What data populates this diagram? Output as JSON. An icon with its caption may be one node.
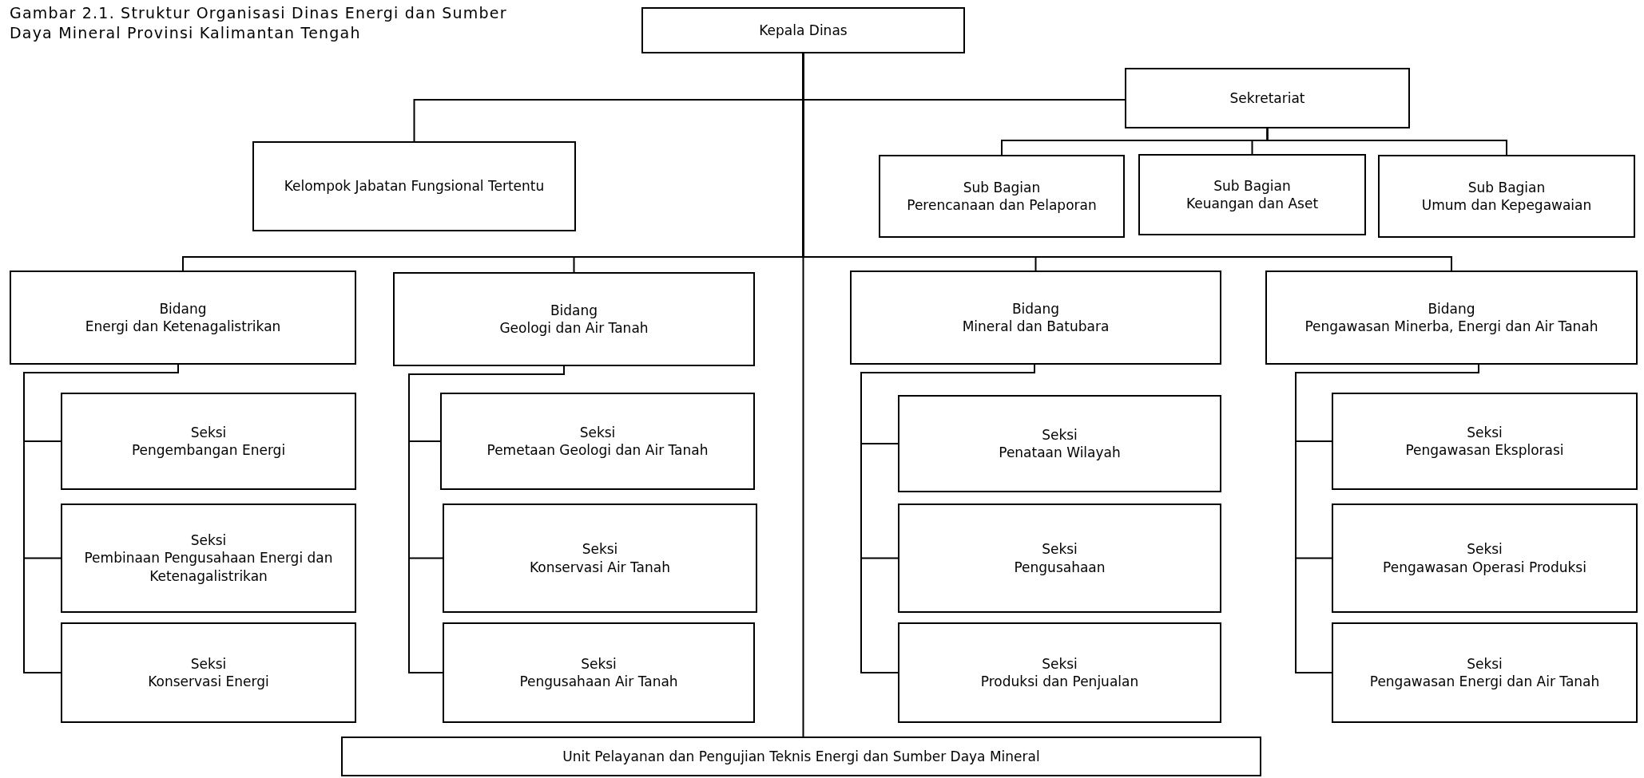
{
  "diagram": {
    "title": "Gambar 2.1. Struktur Organisasi Dinas Energi dan Sumber Daya Mineral Provinsi Kalimantan Tengah",
    "nodes": [
      {
        "text": [
          "Kepala Dinas"
        ]
      },
      {
        "text": [
          "Sekretariat"
        ]
      },
      {
        "text": [
          "Kelompok Jabatan Fungsional Tertentu"
        ]
      },
      {
        "text": [
          "Sub Bagian",
          "Perencanaan dan Pelaporan"
        ]
      },
      {
        "text": [
          "Sub Bagian",
          "Keuangan dan Aset"
        ]
      },
      {
        "text": [
          "Sub Bagian",
          "Umum dan Kepegawaian"
        ]
      },
      {
        "text": [
          "Bidang",
          "Energi dan Ketenagalistrikan"
        ]
      },
      {
        "text": [
          "Seksi",
          "Pengembangan Energi"
        ]
      },
      {
        "text": [
          "Seksi",
          "Pembinaan Pengusahaan Energi dan Ketenagalistrikan"
        ]
      },
      {
        "text": [
          "Seksi",
          "Konservasi Energi"
        ]
      },
      {
        "text": [
          "Bidang",
          "Geologi dan Air Tanah"
        ]
      },
      {
        "text": [
          "Seksi",
          "Pemetaan Geologi dan Air Tanah"
        ]
      },
      {
        "text": [
          "Seksi",
          "Konservasi Air Tanah"
        ]
      },
      {
        "text": [
          "Seksi",
          "Pengusahaan Air Tanah"
        ]
      },
      {
        "text": [
          "Bidang",
          "Mineral dan Batubara"
        ]
      },
      {
        "text": [
          "Seksi",
          "Penataan Wilayah"
        ]
      },
      {
        "text": [
          "Seksi",
          "Pengusahaan"
        ]
      },
      {
        "text": [
          "Seksi",
          "Produksi dan Penjualan"
        ]
      },
      {
        "text": [
          "Bidang",
          "Pengawasan Minerba, Energi dan Air Tanah"
        ]
      },
      {
        "text": [
          "Seksi",
          "Pengawasan Eksplorasi"
        ]
      },
      {
        "text": [
          "Seksi",
          "Pengawasan Operasi Produksi"
        ]
      },
      {
        "text": [
          "Seksi",
          "Pengawasan Energi dan Air Tanah"
        ]
      },
      {
        "text": [
          "Unit Pelayanan dan Pengujian Teknis Energi dan Sumber Daya Mineral"
        ]
      }
    ],
    "edges": [
      {
        "from": 0,
        "to": 1,
        "arrow": "none"
      },
      {
        "from": 0,
        "to": 2,
        "arrow": "none"
      },
      {
        "from": 1,
        "to": 3,
        "arrow": "none"
      },
      {
        "from": 1,
        "to": 4,
        "arrow": "none"
      },
      {
        "from": 1,
        "to": 5,
        "arrow": "none"
      },
      {
        "from": 0,
        "to": 6,
        "arrow": "none"
      },
      {
        "from": 6,
        "to": 7,
        "arrow": "none"
      },
      {
        "from": 6,
        "to": 8,
        "arrow": "none"
      },
      {
        "from": 6,
        "to": 9,
        "arrow": "none"
      },
      {
        "from": 0,
        "to": 10,
        "arrow": "none"
      },
      {
        "from": 10,
        "to": 11,
        "arrow": "none"
      },
      {
        "from": 10,
        "to": 12,
        "arrow": "none"
      },
      {
        "from": 10,
        "to": 13,
        "arrow": "none"
      },
      {
        "from": 0,
        "to": 14,
        "arrow": "none"
      },
      {
        "from": 14,
        "to": 15,
        "arrow": "none"
      },
      {
        "from": 14,
        "to": 16,
        "arrow": "none"
      },
      {
        "from": 14,
        "to": 17,
        "arrow": "none"
      },
      {
        "from": 0,
        "to": 18,
        "arrow": "none"
      },
      {
        "from": 18,
        "to": 19,
        "arrow": "none"
      },
      {
        "from": 18,
        "to": 20,
        "arrow": "none"
      },
      {
        "from": 18,
        "to": 21,
        "arrow": "none"
      },
      {
        "from": 0,
        "to": 22,
        "arrow": "none"
      }
    ]
  }
}
